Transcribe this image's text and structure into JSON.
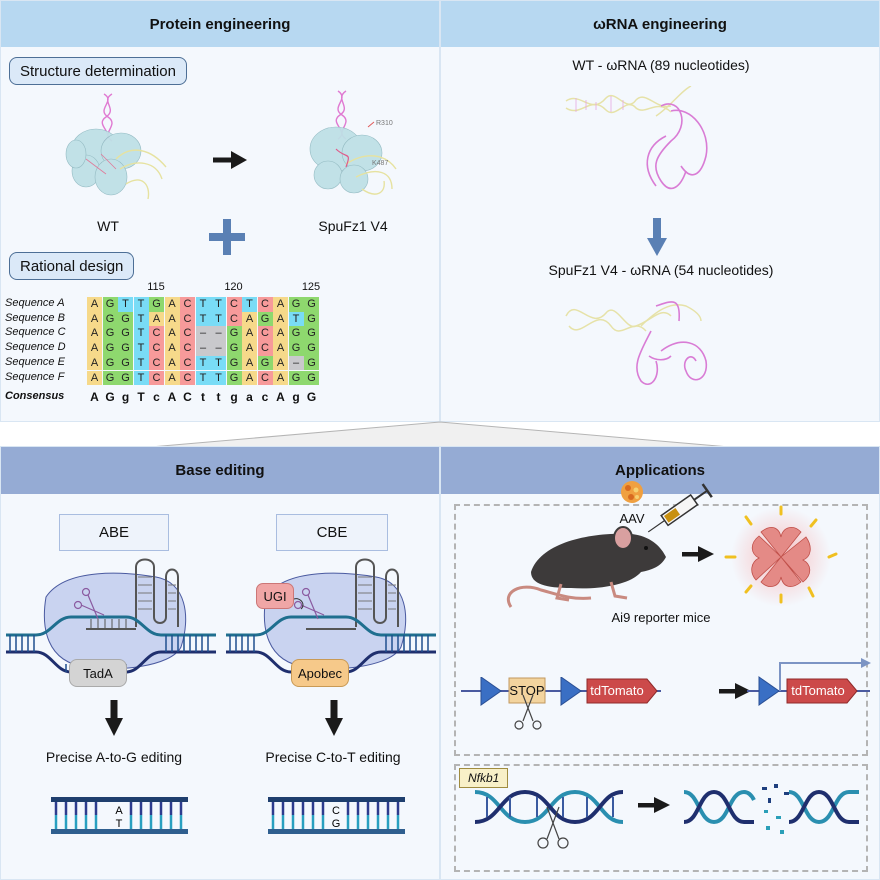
{
  "panels": {
    "protein": {
      "title": "Protein engineering",
      "structure_pill": "Structure determination",
      "wt_label": "WT",
      "variant_label": "SpuFz1 V4",
      "residue_labels": [
        "R310",
        "K487"
      ],
      "rational_pill": "Rational design",
      "alignment": {
        "positions": [
          {
            "label": "115",
            "col": 4
          },
          {
            "label": "120",
            "col": 9
          },
          {
            "label": "125",
            "col": 14
          }
        ],
        "rows": [
          {
            "name": "Sequence A",
            "seq": [
              "A",
              "G",
              "T",
              "T",
              "G",
              "A",
              "C",
              "T",
              "T",
              "C",
              "T",
              "C",
              "A",
              "G",
              "G"
            ]
          },
          {
            "name": "Sequence B",
            "seq": [
              "A",
              "G",
              "G",
              "T",
              "A",
              "A",
              "C",
              "T",
              "T",
              "C",
              "A",
              "G",
              "A",
              "T",
              "G"
            ]
          },
          {
            "name": "Sequence C",
            "seq": [
              "A",
              "G",
              "G",
              "T",
              "C",
              "A",
              "C",
              "–",
              "–",
              "G",
              "A",
              "C",
              "A",
              "G",
              "G"
            ]
          },
          {
            "name": "Sequence D",
            "seq": [
              "A",
              "G",
              "G",
              "T",
              "C",
              "A",
              "C",
              "–",
              "–",
              "G",
              "A",
              "C",
              "A",
              "G",
              "G"
            ]
          },
          {
            "name": "Sequence E",
            "seq": [
              "A",
              "G",
              "G",
              "T",
              "C",
              "A",
              "C",
              "T",
              "T",
              "G",
              "A",
              "G",
              "A",
              "–",
              "G"
            ]
          },
          {
            "name": "Sequence F",
            "seq": [
              "A",
              "G",
              "G",
              "T",
              "C",
              "A",
              "C",
              "T",
              "T",
              "G",
              "A",
              "C",
              "A",
              "G",
              "G"
            ]
          }
        ],
        "consensus_label": "Consensus",
        "consensus": [
          "A",
          "G",
          "g",
          "T",
          "c",
          "A",
          "C",
          "t",
          "t",
          "g",
          "a",
          "c",
          "A",
          "g",
          "G"
        ],
        "colors": {
          "A": "#f6d98a",
          "G": "#8ed86e",
          "T": "#79dcf6",
          "C": "#f79a9a",
          "–": "#c9c9cc"
        }
      }
    },
    "rna": {
      "title": "ωRNA engineering",
      "wt_label": "WT - ωRNA (89 nucleotides)",
      "variant_label": "SpuFz1 V4 - ωRNA (54 nucleotides)"
    },
    "base_editing": {
      "title": "Base editing",
      "abe": {
        "box": "ABE",
        "domain": "TadA",
        "result": "Precise A-to-G editing",
        "top_base": "A",
        "bottom_base": "T"
      },
      "cbe": {
        "box": "CBE",
        "domain": "Apobec",
        "extra": "UGI",
        "result": "Precise C-to-T editing",
        "top_base": "C",
        "bottom_base": "G"
      }
    },
    "applications": {
      "title": "Applications",
      "aav_label": "AAV",
      "mice_label": "Ai9 reporter mice",
      "stop_label": "STOP",
      "reporter_label": "tdTomato",
      "gene_label": "Nfkb1"
    }
  },
  "colors": {
    "top_header": "#b7d8f1",
    "bottom_header": "#95abd4",
    "panel_bg": "#f4f8fd",
    "arrow_blue": "#5a80b4",
    "dna_dark": "#1f2f6e",
    "dna_teal": "#2a8fb0",
    "tdtomato": "#cc4a4a",
    "promoter": "#3a6fc4"
  }
}
